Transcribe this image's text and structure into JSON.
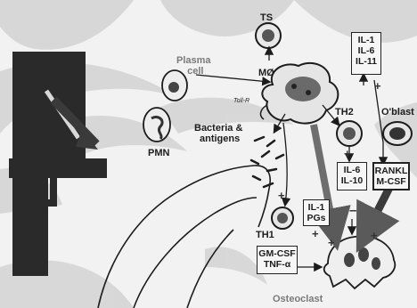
{
  "cells": {
    "ts": "TS",
    "plasma_cell": [
      "Plasma",
      "cell"
    ],
    "mo": "MØ",
    "pmn": "PMN",
    "th2": "TH2",
    "oblast": "O'blast",
    "th1": "TH1",
    "osteoclast": "Osteoclast"
  },
  "labels": {
    "bacteria": [
      "Bacteria &",
      "antigens"
    ],
    "tollr": "Toll-R"
  },
  "boxes": {
    "il_box": [
      "IL-1",
      "IL-6",
      "IL-11"
    ],
    "il1_pgs": [
      "IL-1",
      "PGs"
    ],
    "il6_il10": [
      "IL-6",
      "IL-10"
    ],
    "rankl": [
      "RANKL",
      "M-CSF"
    ],
    "gmcsf": [
      "GM-CSF",
      "TNF-α"
    ]
  },
  "signs": {
    "plus": "+",
    "minus": "–"
  },
  "colors": {
    "background": "#f2f2f2",
    "stroke": "#1c1c1c",
    "watermark": "#d3d3d3",
    "dark_block": "#2a2a2a"
  }
}
